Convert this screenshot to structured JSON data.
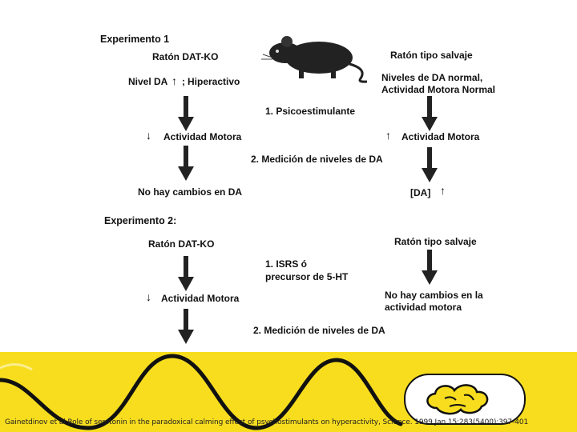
{
  "exp1": {
    "title": "Experimento 1",
    "left_title": "Ratón DAT-KO",
    "left_state_a": "Nivel DA",
    "left_state_b": "Hiperactivo",
    "right_title": "Ratón tipo salvaje",
    "right_state_1": "Niveles de DA normal,",
    "right_state_2": "Actividad Motora Normal",
    "step1": "1. Psicoestimulante",
    "left_effect": "Actividad Motora",
    "right_effect": "Actividad Motora",
    "step2": "2. Medición de niveles de DA",
    "left_result": "No hay cambios en DA",
    "right_result": "[DA]"
  },
  "exp2": {
    "title": "Experimento 2:",
    "left_title": "Ratón DAT-KO",
    "right_title": "Ratón tipo salvaje",
    "step1_line1": "1. ISRS ó",
    "step1_line2": "precursor de 5-HT",
    "left_effect": "Actividad Motora",
    "right_effect_1": "No hay cambios en la",
    "right_effect_2": "actividad motora",
    "step2": "2. Medición de niveles de DA"
  },
  "symbols": {
    "up": "↑",
    "down": "↓"
  },
  "citation": "Gainetdinov et al Role of serotonin in the paradoxical calming effect of psychostimulants on hyperactivity, Science. 1999 Jan 15;283(5400):397-401",
  "colors": {
    "footer": "#f7dd1e",
    "ink": "#111111"
  },
  "icons": {
    "animal": "mouse-icon",
    "decor": "brain-icon"
  }
}
